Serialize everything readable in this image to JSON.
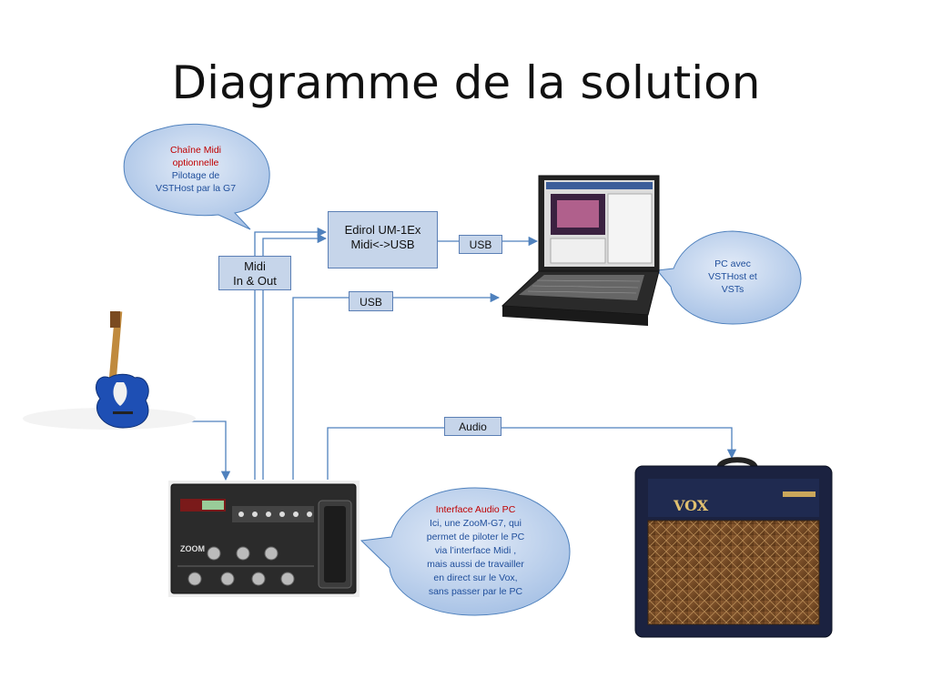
{
  "title": "Diagramme de la solution",
  "nodes": {
    "edirol": {
      "line1": "Edirol UM-1Ex",
      "line2": "Midi<->USB"
    },
    "midi": {
      "line1": "Midi",
      "line2": "In & Out"
    },
    "usb_top": "USB",
    "usb_mid": "USB",
    "audio": "Audio"
  },
  "callouts": {
    "chain": {
      "line1": "Chaîne Midi",
      "line2": "optionnelle",
      "line3": "Pilotage de",
      "line4": "VSTHost par la G7"
    },
    "pc": {
      "line1": "PC avec",
      "line2": "VSTHost et",
      "line3": "VSTs"
    },
    "interface": {
      "line1": "Interface Audio PC",
      "line2": "Ici, une ZooM-G7,  qui",
      "line3": "permet de piloter le PC",
      "line4": "via l’interface Midi ,",
      "line5": "mais aussi de travailler",
      "line6": "en direct sur le Vox,",
      "line7": "sans passer par le PC"
    }
  },
  "device_labels": {
    "amp_brand": "VOX",
    "pedal_brand": "ZOOM"
  },
  "colors": {
    "line": "#4f81bd",
    "box_fill": "#c6d5ea",
    "bubble_fill": "#bcd0ec",
    "callout_red": "#c00000",
    "callout_blue": "#1f4e9b"
  }
}
